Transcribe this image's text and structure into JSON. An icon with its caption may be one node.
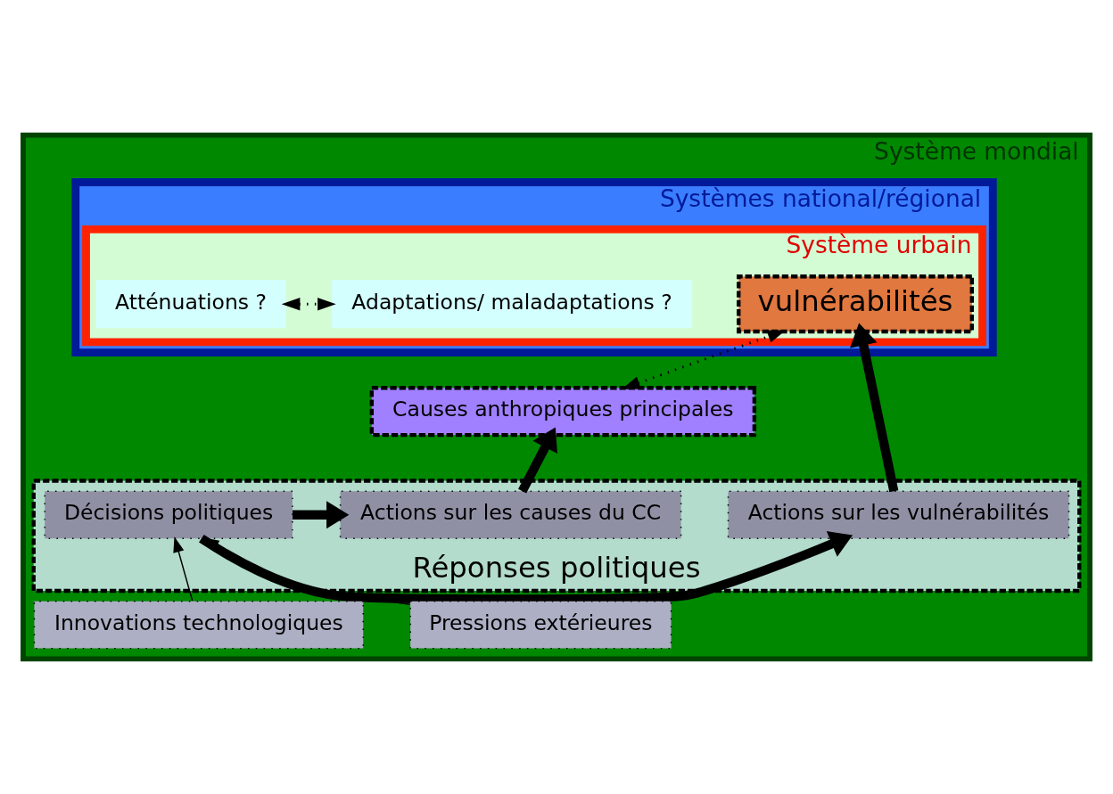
{
  "diagram": {
    "nodes": [
      {
        "text": [
          "Système mondial"
        ]
      },
      {
        "text": [
          "Systèmes national/régional"
        ],
        "in": 0
      },
      {
        "text": [
          "Système urbain"
        ],
        "in": 1
      },
      {
        "text": [
          "Causes anthropiques principales"
        ],
        "in": 0
      },
      {
        "text": [
          "vulnérabilités"
        ],
        "in": 2
      },
      {
        "text": [
          "Atténuations ?"
        ],
        "in": 2
      },
      {
        "text": [
          "Adaptations/ maladaptations ?"
        ],
        "in": 2
      },
      {
        "text": [
          "Réponses politiques"
        ],
        "in": 0
      },
      {
        "text": [
          "Actions sur les causes du CC"
        ],
        "in": 7
      },
      {
        "text": [
          "Décisions politiques"
        ],
        "in": 7
      },
      {
        "text": [
          "Actions sur les vulnérabilités"
        ],
        "in": 7
      },
      {
        "text": [
          "Pressions extérieures"
        ],
        "in": 0
      },
      {
        "text": [
          "Innovations technologiques"
        ],
        "in": 0
      }
    ],
    "edges": [
      {
        "from": 8,
        "to": 3,
        "arrow": "to",
        "style": "thick"
      },
      {
        "from": 3,
        "to": 4,
        "arrow": "both",
        "style": "dashed"
      },
      {
        "from": 5,
        "to": 6,
        "arrow": "both",
        "style": "dashed"
      },
      {
        "from": 10,
        "to": 4,
        "arrow": "to",
        "style": "thick"
      },
      {
        "from": 9,
        "to": 8,
        "arrow": "to",
        "style": "thick"
      },
      {
        "from": 9,
        "to": 10,
        "arrow": "to",
        "style": "thick"
      },
      {
        "from": 11,
        "to": 9,
        "arrow": "to"
      },
      {
        "from": 12,
        "to": 9,
        "arrow": "to"
      }
    ]
  }
}
